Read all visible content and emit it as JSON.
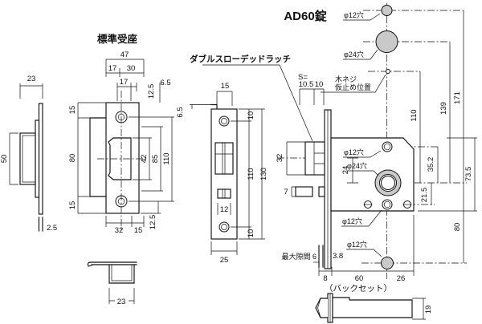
{
  "colors": {
    "background": "#ffffff",
    "line": "#111111",
    "hole_fill": "#c9c9c9"
  },
  "titles": {
    "product": "AD60錠",
    "strike": "標準受座",
    "latch": "ダブルスローデッドラッチ",
    "backset": "（バックセット）"
  },
  "labels": {
    "hole12": "φ12穴",
    "hole24": "φ24穴",
    "wood_screw_line1": "木ネジ",
    "wood_screw_line2": "仮止め位置",
    "max_gap": "最大隙間 6",
    "s_prefix": "S="
  },
  "dims": {
    "strike_side": {
      "width": "23",
      "height": "50",
      "thickness": "2.5"
    },
    "strike_front": {
      "total_w": "47",
      "w17": "17",
      "w30": "30",
      "cut_w": "17",
      "off6_5": "6.5",
      "top12_5": "12.5",
      "left15t": "15",
      "left80": "80",
      "left15b": "15",
      "cut42": "42",
      "mid85": "85",
      "holes110": "110",
      "bot12_5": "12.5",
      "bot32": "32",
      "bot15": "15"
    },
    "dust_cup": {
      "width": "23"
    },
    "latch_front": {
      "lip": "6.5",
      "top_w": "15",
      "top10": "10",
      "holes110": "110",
      "height130": "130",
      "bot10": "10",
      "bolt_w": "12",
      "width25": "25"
    },
    "body": {
      "s1": "10.5",
      "s2": "10",
      "latch_h": "32",
      "trigger": "7",
      "c2c24": "24",
      "v110": "110",
      "plate_t": "3.8",
      "w8": "8",
      "backset60": "60",
      "w26": "26",
      "v35_2": "35.2",
      "v21_5": "21.5",
      "v73_5": "73.5",
      "v80": "80",
      "v139": "139",
      "v171": "171"
    },
    "bolt_side": {
      "height": "19"
    }
  }
}
